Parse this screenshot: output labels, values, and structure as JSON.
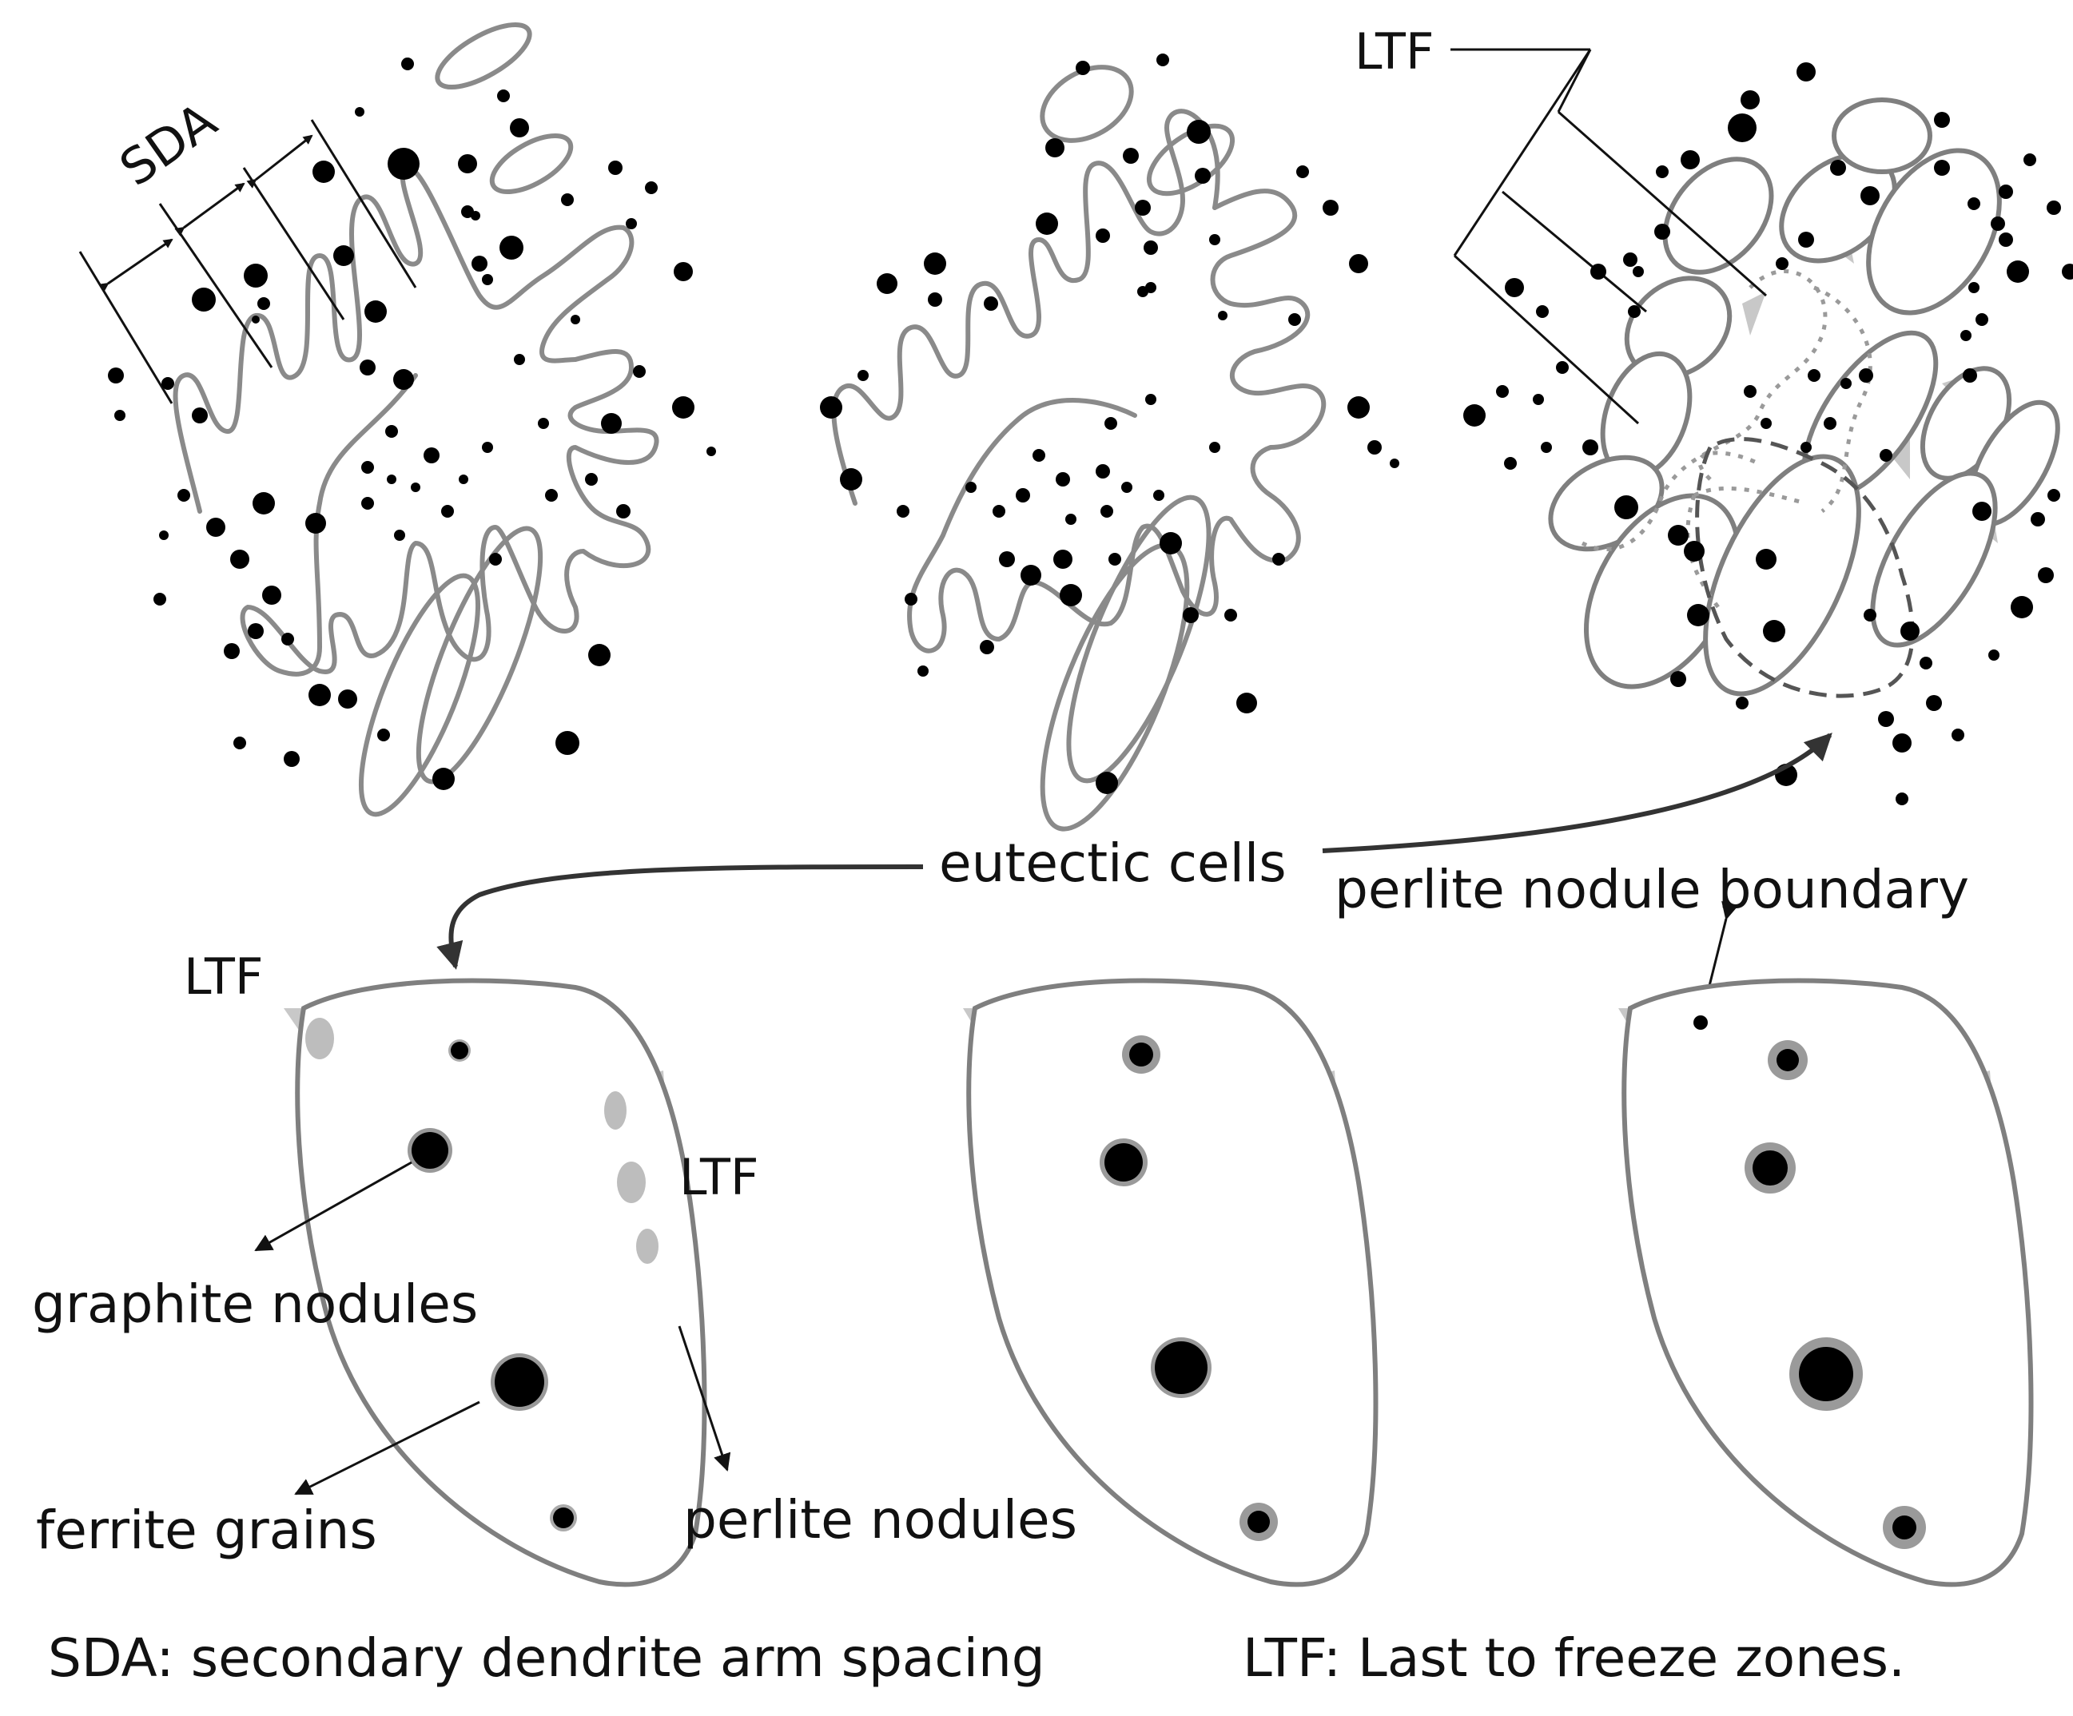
{
  "labels": {
    "sda": "SDA",
    "ltf_top": "LTF",
    "eutectic_cells": "eutectic cells",
    "perlite_boundary": "perlite nodule boundary",
    "ltf_cell_top": "LTF",
    "ltf_cell_side": "LTF",
    "graphite_nodules": "graphite nodules",
    "ferrite_grains": "ferrite grains",
    "perlite_nodules": "perlite nodules"
  },
  "legend": {
    "sda_def": "SDA: secondary dendrite arm spacing",
    "ltf_def": "LTF: Last to freeze zones."
  },
  "colors": {
    "outline": "#7f7f7f",
    "graphite": "#000000",
    "perlite_fill": "#cfcfcf",
    "ltf_fill": "#c8c8c8"
  }
}
